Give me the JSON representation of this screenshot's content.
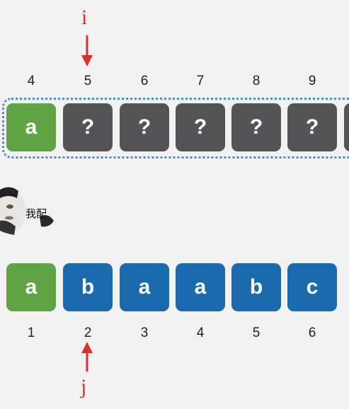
{
  "pattern_row": {
    "pointer_label": "i",
    "indices": [
      "4",
      "5",
      "6",
      "7",
      "8",
      "9"
    ],
    "cells": [
      {
        "text": "a",
        "color": "green"
      },
      {
        "text": "?",
        "color": "gray"
      },
      {
        "text": "?",
        "color": "gray"
      },
      {
        "text": "?",
        "color": "gray"
      },
      {
        "text": "?",
        "color": "gray"
      },
      {
        "text": "?",
        "color": "gray"
      }
    ]
  },
  "meme": {
    "caption": "我配"
  },
  "text_row": {
    "pointer_label": "j",
    "cells": [
      {
        "text": "a",
        "color": "green"
      },
      {
        "text": "b",
        "color": "blue"
      },
      {
        "text": "a",
        "color": "blue"
      },
      {
        "text": "a",
        "color": "blue"
      },
      {
        "text": "b",
        "color": "blue"
      },
      {
        "text": "c",
        "color": "blue"
      }
    ],
    "indices": [
      "1",
      "2",
      "3",
      "4",
      "5",
      "6"
    ]
  },
  "colors": {
    "green": "#5ea344",
    "gray": "#545356",
    "blue": "#1b6aae",
    "pointer": "#d6312a",
    "dotted_border": "#4a8fd6"
  }
}
